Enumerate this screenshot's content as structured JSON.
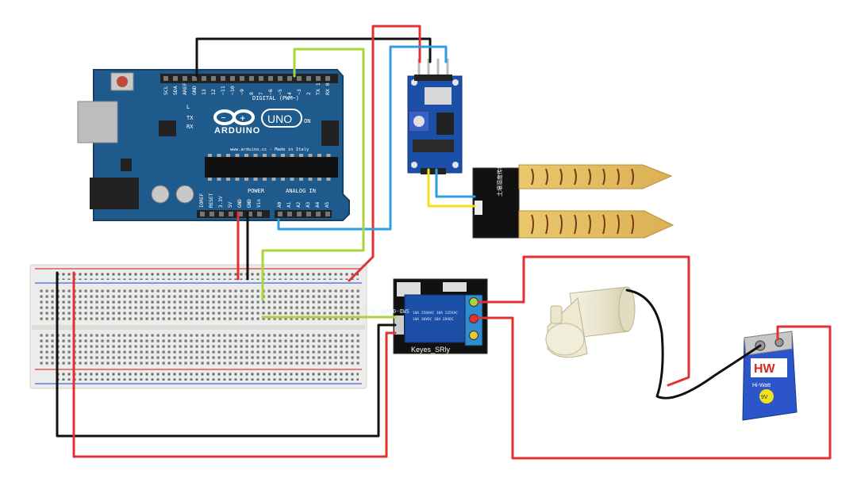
{
  "arduino": {
    "logo_text": "ARDUINO",
    "model": "UNO",
    "digital_label": "DIGITAL (PWM~)",
    "power_label": "POWER",
    "analog_label": "ANALOG IN",
    "website": "www.arduino.cc - Made in Italy",
    "top_pins": [
      "SCL",
      "SDA",
      "AREF",
      "GND",
      "13",
      "12",
      "~11",
      "~10",
      "~9",
      "8",
      "7",
      "~6",
      "~5",
      "4",
      "~3",
      "2",
      "TX 1",
      "RX 0"
    ],
    "power_pins": [
      "IOREF",
      "RESET",
      "3.3V",
      "5V",
      "GND",
      "GND",
      "Vin"
    ],
    "analog_pins": [
      "A0",
      "A1",
      "A2",
      "A3",
      "A4",
      "A5"
    ],
    "on_label": "ON",
    "tx_label": "TX",
    "rx_label": "RX",
    "l_label": "L"
  },
  "relay": {
    "module_label": "Keyes_SRly",
    "relay_text_1": "SRD-05VDC-SL-C",
    "relay_text_2": "10A 250VAC  10A 125VAC",
    "relay_text_3": "10A 30VDC  10A 28VDC"
  },
  "sensor": {
    "probe_label": "土壤湿度传感器"
  },
  "battery": {
    "brand": "HW",
    "subtitle": "Hi-Watt",
    "badge": "9V"
  },
  "colors": {
    "wire_red": "#e53030",
    "wire_black": "#111111",
    "wire_blue": "#2f9ee0",
    "wire_green": "#a8d53a",
    "wire_yellow": "#f2e21b",
    "board_blue": "#1f5a8c",
    "relay_blue": "#1b4fa8",
    "pcb_gold": "#d9b060"
  }
}
